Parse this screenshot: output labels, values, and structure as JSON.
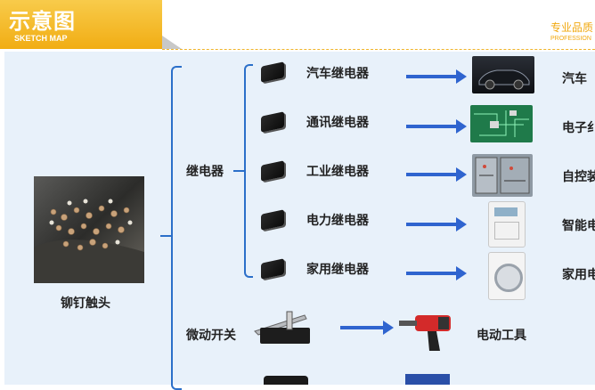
{
  "header": {
    "title": "示意图",
    "subtitle": "SKETCH MAP",
    "tagline_cn": "专业品质",
    "tagline_en": "PROFESSION"
  },
  "root": {
    "label": "铆钉触头"
  },
  "relay_group": {
    "label": "继电器",
    "items": [
      {
        "name": "汽车继电器",
        "application": "汽车"
      },
      {
        "name": "通讯继电器",
        "application": "电子纟"
      },
      {
        "name": "工业继电器",
        "application": "自控装"
      },
      {
        "name": "电力继电器",
        "application": "智能电"
      },
      {
        "name": "家用继电器",
        "application": "家用电"
      }
    ]
  },
  "switch_group": {
    "label": "微动开关",
    "application": "电动工具"
  },
  "colors": {
    "header": "#f3b21f",
    "panel": "#e8f1fa",
    "connector": "#2b6fc9",
    "arrow": "#2f64cf"
  }
}
